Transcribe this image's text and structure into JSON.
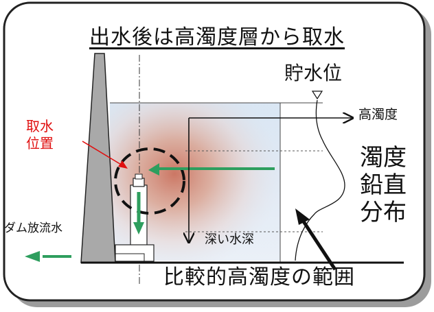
{
  "title": "出水後は高濁度層から取水",
  "labels": {
    "reservoir_level": "貯水位",
    "high_turbidity": "高濁度",
    "intake_position_line1": "取水",
    "intake_position_line2": "位置",
    "vertical_distribution_line1": "濁度",
    "vertical_distribution_line2": "鉛直",
    "vertical_distribution_line3": "分布",
    "dam_outflow": "ダム放流水",
    "deep_water": "深い水深",
    "relatively_high_turbidity_range": "比較的高濁度の範囲"
  },
  "colors": {
    "intake_label": "#e01010",
    "flow_arrow": "#2e9e5e",
    "dam_fill": "#a9a9a9",
    "turbid_core": "#d4826a",
    "clear_water": "#d6e6f4"
  },
  "icons": [
    "water-level-triangle-icon",
    "red-pointer-arrow-icon",
    "pointer-arrow-icon"
  ]
}
